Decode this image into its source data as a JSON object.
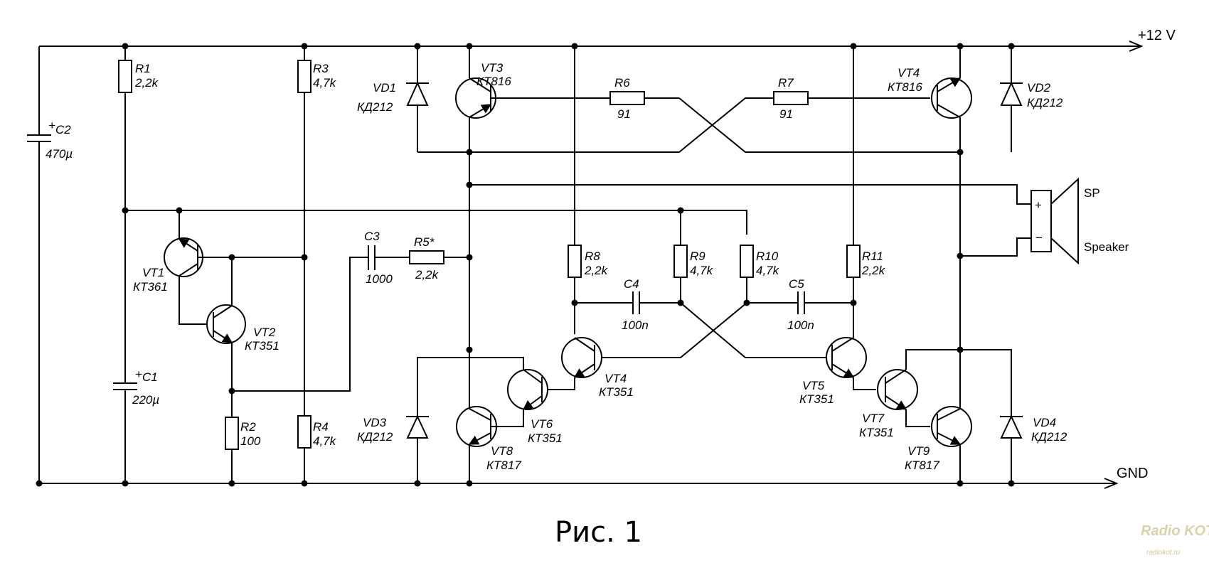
{
  "rails": {
    "positive": "+12 V",
    "ground": "GND"
  },
  "caption": "Рис. 1",
  "watermark": {
    "brand": "Radio KOT",
    "url": "radiokot.ru"
  },
  "speaker": {
    "name": "SP",
    "label": "Speaker",
    "plus": "+",
    "minus": "−"
  },
  "resistors": [
    {
      "ref": "R1",
      "value": "2,2k"
    },
    {
      "ref": "R2",
      "value": "100"
    },
    {
      "ref": "R3",
      "value": "4,7k"
    },
    {
      "ref": "R4",
      "value": "4,7k"
    },
    {
      "ref": "R5*",
      "value": "2,2k"
    },
    {
      "ref": "R6",
      "value": "91"
    },
    {
      "ref": "R7",
      "value": "91"
    },
    {
      "ref": "R8",
      "value": "2,2k"
    },
    {
      "ref": "R9",
      "value": "4,7k"
    },
    {
      "ref": "R10",
      "value": "4,7k"
    },
    {
      "ref": "R11",
      "value": "2,2k"
    }
  ],
  "capacitors": [
    {
      "ref": "C1",
      "value": "220µ",
      "polar": "+"
    },
    {
      "ref": "C2",
      "value": "470µ",
      "polar": "+"
    },
    {
      "ref": "C3",
      "value": "1000"
    },
    {
      "ref": "C4",
      "value": "100n"
    },
    {
      "ref": "C5",
      "value": "100n"
    }
  ],
  "transistors": [
    {
      "ref": "VT1",
      "type": "КТ361"
    },
    {
      "ref": "VT2",
      "type": "КТ351"
    },
    {
      "ref": "VT3",
      "type": "КТ816"
    },
    {
      "ref": "VT4",
      "type": "КТ816"
    },
    {
      "ref": "VT4",
      "type": "КТ351"
    },
    {
      "ref": "VT5",
      "type": "КТ351"
    },
    {
      "ref": "VT6",
      "type": "КТ351"
    },
    {
      "ref": "VT7",
      "type": "КТ351"
    },
    {
      "ref": "VT8",
      "type": "КТ817"
    },
    {
      "ref": "VT9",
      "type": "КТ817"
    }
  ],
  "diodes": [
    {
      "ref": "VD1",
      "type": "КД212"
    },
    {
      "ref": "VD2",
      "type": "КД212"
    },
    {
      "ref": "VD3",
      "type": "КД212"
    },
    {
      "ref": "VD4",
      "type": "КД212"
    }
  ]
}
